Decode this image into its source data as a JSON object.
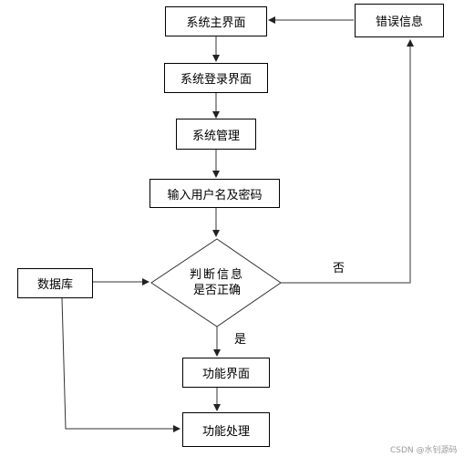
{
  "nodes": {
    "main_ui": "系统主界面",
    "error_info": "错误信息",
    "login_ui": "系统登录界面",
    "sys_manage": "系统管理",
    "input_credentials": "输入用户名及密码",
    "judge_line1": "判断信息",
    "judge_line2": "是否正确",
    "database": "数据库",
    "function_ui": "功能界面",
    "function_process": "功能处理"
  },
  "edge_labels": {
    "no": "否",
    "yes": "是"
  },
  "watermark": "CSDN @水钊源码"
}
